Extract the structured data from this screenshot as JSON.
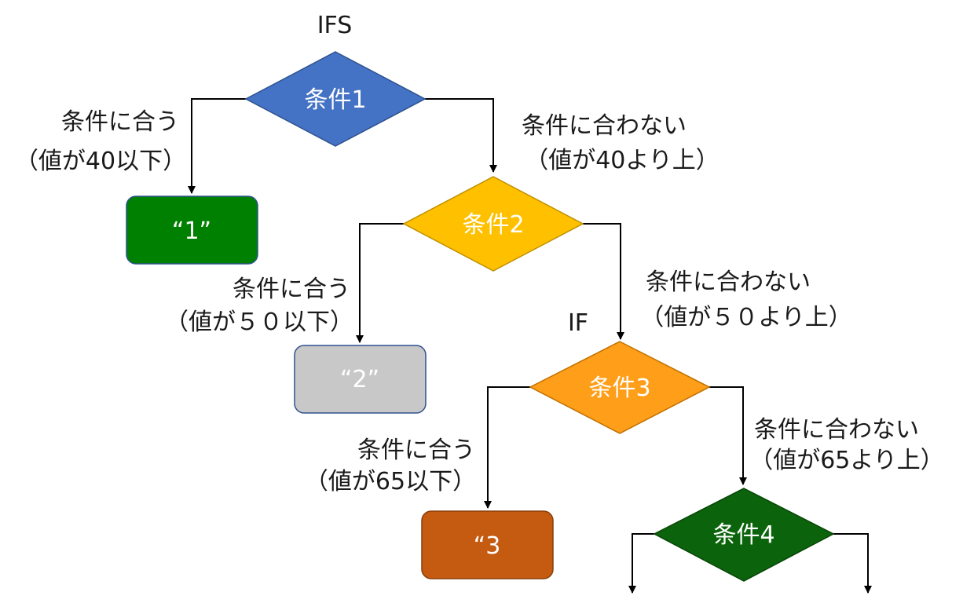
{
  "headers": {
    "ifs": "IFS",
    "if": "IF"
  },
  "nodes": {
    "condition1": {
      "label": "条件1",
      "color": "#4472C4"
    },
    "condition2": {
      "label": "条件2",
      "color": "#FFC000"
    },
    "condition3": {
      "label": "条件3",
      "color": "#FF9E18"
    },
    "condition4": {
      "label": "条件4",
      "color": "#0B640B"
    },
    "result1": {
      "label": "“1”",
      "color": "#008000"
    },
    "result2": {
      "label": "“2”",
      "color": "#C8C8C8"
    },
    "result3": {
      "label": "“3",
      "color": "#C55A11"
    }
  },
  "edge_labels": {
    "c1_yes": {
      "line1": "条件に合う",
      "line2": "（値が40以下）"
    },
    "c1_no": {
      "line1": "条件に合わない",
      "line2": "（値が40より上）"
    },
    "c2_yes": {
      "line1": "条件に合う",
      "line2": "（値が５０以下）"
    },
    "c2_no": {
      "line1": "条件に合わない",
      "line2": "（値が５０より上）"
    },
    "c3_yes": {
      "line1": "条件に合う",
      "line2": "（値が65以下）"
    },
    "c3_no": {
      "line1": "条件に合わない",
      "line2": "（値が65より上）"
    }
  }
}
